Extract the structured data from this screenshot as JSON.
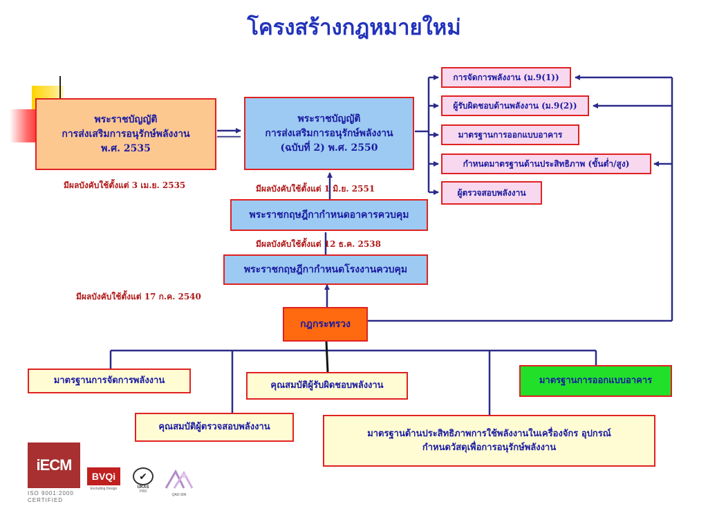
{
  "title": "โครงสร้างกฎหมายใหม่",
  "act_2535": {
    "lines": [
      "พระราชบัญญัติ",
      "การส่งเสริมการอนุรักษ์พลังงาน",
      "พ.ศ. 2535"
    ],
    "effective": "มีผลบังคับใช้ตั้งแต่ 3 เม.ย. 2535"
  },
  "act_2550": {
    "lines": [
      "พระราชบัญญัติ",
      "การส่งเสริมการอนุรักษ์พลังงาน",
      "(ฉบับที่ 2) พ.ศ. 2550"
    ],
    "effective": "มีผลบังคับใช้ตั้งแต่ 1 มิ.ย. 2551"
  },
  "decree_building": {
    "label": "พระราชกฤษฎีกากำหนดอาคารควบคุม",
    "effective": "มีผลบังคับใช้ตั้งแต่ 12 ธ.ค. 2538"
  },
  "decree_factory": {
    "label": "พระราชกฤษฎีกากำหนดโรงงานควบคุม",
    "effective": "มีผลบังคับใช้ตั้งแต่ 17 ก.ค. 2540"
  },
  "ministerial": {
    "label": "กฎกระทรวง"
  },
  "right_items": [
    "การจัดการพลังงาน (ม.9(1))",
    "ผู้รับผิดชอบด้านพลังงาน (ม.9(2))",
    "มาตรฐานการออกแบบอาคาร",
    "กำหนดมาตรฐานด้านประสิทธิภาพ (ขั้นต่ำ/สูง)",
    "ผู้ตรวจสอบพลังงาน"
  ],
  "bottom_items": {
    "energy_mgmt_std": "มาตรฐานการจัดการพลังงาน",
    "responsible_qual": "คุณสมบัติผู้รับผิดชอบพลังงาน",
    "building_design_std": "มาตรฐานการออกแบบอาคาร",
    "auditor_qual": "คุณสมบัติผู้ตรวจสอบพลังงาน",
    "efficiency_std": [
      "มาตรฐานด้านประสิทธิภาพการใช้พลังงานในเครื่องจักร อุปกรณ์",
      "กำหนดวัสดุเพื่อการอนุรักษ์พลังงาน"
    ]
  },
  "logos": {
    "iecm_text": "iECM",
    "iso_text": [
      "ISO 9001:2000",
      "CERTIFIED"
    ],
    "bvqi_text": "BVQi",
    "bvqi_sub": "Excluding Design",
    "ukas_text": "UKAS",
    "ukas_sub": "PR9",
    "qad_text": "QAD-906"
  },
  "colors": {
    "title": "#2233bb",
    "connector": "#2a2a8a",
    "note": "#b01818",
    "box_border": "#e02020",
    "ministerial_fill": "#ff6a10",
    "green_fill": "#22e02a"
  }
}
